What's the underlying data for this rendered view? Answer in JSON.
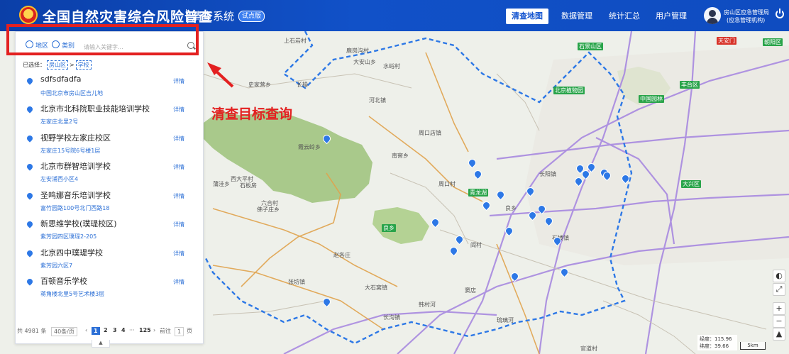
{
  "header": {
    "title": "全国自然灾害综合风险普查",
    "subtitle": "清查系统",
    "badge": "试点版",
    "nav": [
      "清查地图",
      "数据管理",
      "统计汇总",
      "用户管理"
    ],
    "active_nav": "清查地图",
    "user_line1": "房山区应急管理局",
    "user_line2": "(应急管理机构)",
    "icons": [
      "emblem-icon",
      "avatar-icon",
      "power-icon"
    ]
  },
  "filter": {
    "region_label": "地区",
    "category_label": "类别",
    "search_placeholder": "请输入关键字..."
  },
  "breadcrumb": {
    "prefix": "已选择：",
    "items": [
      "房山区",
      "学校"
    ],
    "separator": ">"
  },
  "results": [
    {
      "name": "sdfsdfadfa",
      "address": "中国北京市房山区吉儿地",
      "action": "详情"
    },
    {
      "name": "北京市北科院职业技能培训学校",
      "address": "左家庄北里2号",
      "action": "详情"
    },
    {
      "name": "视野学校左家庄校区",
      "address": "左家庄15号院6号楼1层",
      "action": "详情"
    },
    {
      "name": "北京市群智培训学校",
      "address": "左安浦西小区4",
      "action": "详情"
    },
    {
      "name": "圣鸣娜音乐培训学校",
      "address": "富竹园路100号北门西路18",
      "action": "详情"
    },
    {
      "name": "新思维学校(璞瑅校区)",
      "address": "紫芳园四区璞瑅2-205",
      "action": "详情"
    },
    {
      "name": "北京四中璞瑅学校",
      "address": "紫芳园六区7",
      "action": "详情"
    },
    {
      "name": "百顿音乐学校",
      "address": "蒋角楼北里5号艺术楼3层",
      "action": "详情"
    }
  ],
  "pagination": {
    "total": "共 4981 条",
    "page_size": "40条/页",
    "pages": [
      "1",
      "2",
      "3",
      "4",
      "···",
      "125"
    ],
    "current": "1",
    "goto_label": "前往",
    "goto_value": "1",
    "page_unit": "页",
    "prev": "‹",
    "next": "›"
  },
  "annotation": "清查目标查询",
  "map": {
    "labels": [
      "上石岩村",
      "鹿岗沟村",
      "大安山乡",
      "水峪村",
      "史家营乡",
      "长操",
      "周口店镇",
      "霞云岭乡",
      "蒲洼乡",
      "西大平村",
      "石板房",
      "六合村",
      "南窖乡",
      "佛子庄乡",
      "河北镇",
      "周口村",
      "良乡",
      "阎村",
      "窦店",
      "琉璃河",
      "长阳镇",
      "大石窝镇",
      "韩村河",
      "石楼镇",
      "张坊镇",
      "赵各庄",
      "长沟镇",
      "官道村"
    ],
    "park_tags": [
      "良乡",
      "青龙湖",
      "北京植物园",
      "中国园林",
      "天安门"
    ],
    "region_badges": [
      "石景山区",
      "丰台区",
      "大兴区",
      "朝阳区"
    ],
    "coords_line1": "经度：115.96",
    "coords_line2": "纬度：39.66",
    "scale": "5km",
    "controls": [
      "layer-icon",
      "fullscreen-icon",
      "zoom-in-icon",
      "zoom-out-icon",
      "compass-icon"
    ],
    "pin_count": 24
  }
}
